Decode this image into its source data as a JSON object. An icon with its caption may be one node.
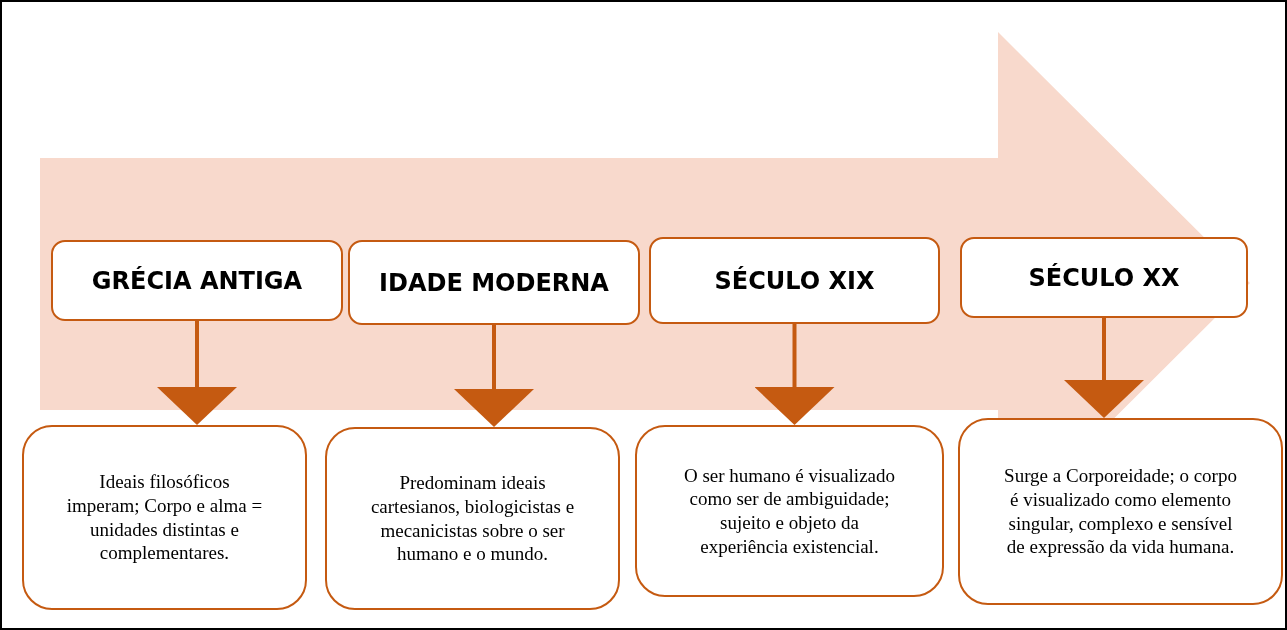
{
  "diagram": {
    "nodes": [
      {
        "text": [
          "GRÉCIA ANTIGA"
        ]
      },
      {
        "text": [
          "IDADE MODERNA"
        ]
      },
      {
        "text": [
          "SÉCULO XIX"
        ]
      },
      {
        "text": [
          "SÉCULO XX"
        ]
      },
      {
        "text": [
          "Ideais filosóficos imperam; Corpo e alma = unidades distintas e complementares."
        ]
      },
      {
        "text": [
          "Predominam ideais cartesianos, biologicistas e mecanicistas sobre o ser humano e o mundo."
        ]
      },
      {
        "text": [
          "O ser humano é visualizado como ser de ambiguidade; sujeito e objeto da experiência existencial."
        ]
      },
      {
        "text": [
          "Surge a Corporeidade; o corpo é visualizado como elemento singular, complexo e sensível de expressão da vida humana."
        ]
      }
    ],
    "edges": [
      {
        "from": 0,
        "to": 4,
        "arrow": "to"
      },
      {
        "from": 1,
        "to": 5,
        "arrow": "to"
      },
      {
        "from": 2,
        "to": 6,
        "arrow": "to"
      },
      {
        "from": 3,
        "to": 7,
        "arrow": "to"
      },
      {
        "from": 0,
        "to": 3,
        "arrow": "to",
        "style": "thick",
        "color": "#f8d9cc"
      }
    ]
  }
}
